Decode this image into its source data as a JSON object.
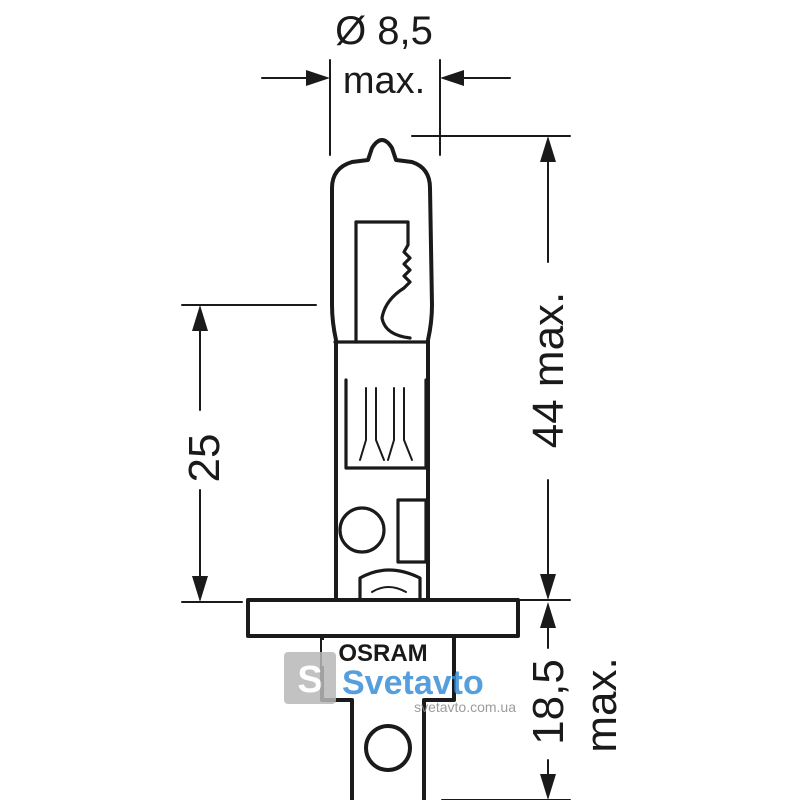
{
  "dimensions": {
    "diameter_value": "Ø 8,5",
    "diameter_note": "max.",
    "height_total": "44 max.",
    "height_upper": "25",
    "height_base_value": "18,5",
    "height_base_note": "max."
  },
  "brand": {
    "label": "OSRAM"
  },
  "watermark": {
    "name": "Svetavto",
    "url": "svetavto.com.ua"
  },
  "colors": {
    "line": "#1a1a1a",
    "watermark_box": "#b8b8b8",
    "watermark_accent": "#3a8fd6"
  }
}
